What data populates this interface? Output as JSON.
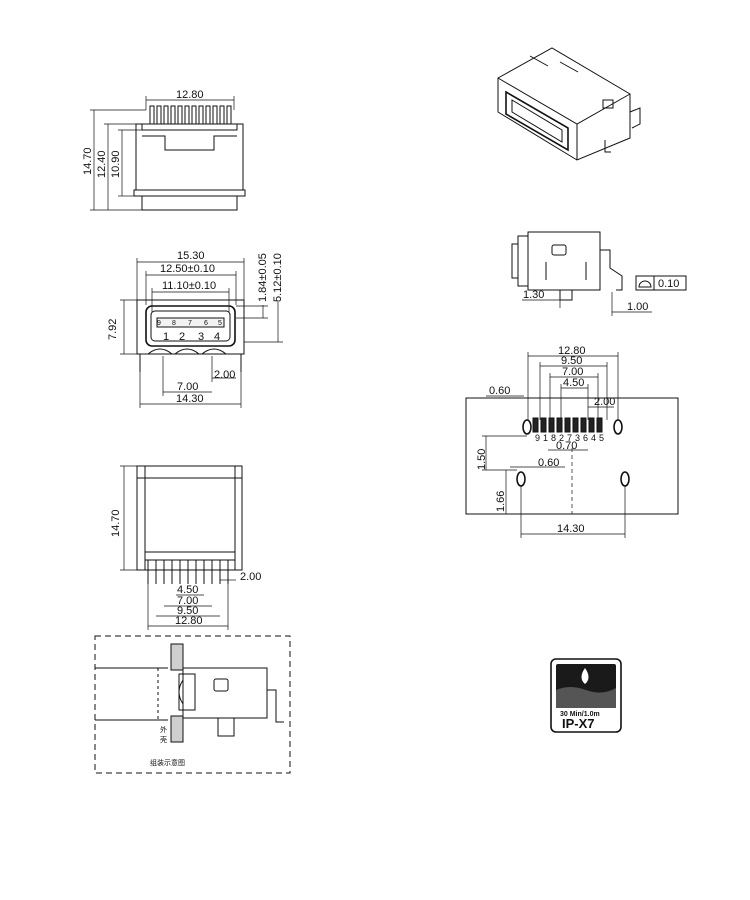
{
  "top_view": {
    "d_width": "12.80",
    "d_h1": "14.70",
    "d_h2": "12.40",
    "d_h3": "10.90"
  },
  "front_view": {
    "d_w1": "15.30",
    "d_w2": "12.50±0.10",
    "d_w3": "11.10±0.10",
    "d_v1": "1.84±0.05",
    "d_v2": "5.12±0.10",
    "d_h": "7.92",
    "pins_top": [
      "9",
      "8",
      "7",
      "6",
      "5"
    ],
    "pins_bottom": [
      "1",
      "2",
      "3",
      "4"
    ],
    "d_pitch": "2.00",
    "d_b1": "7.00",
    "d_b2": "14.30"
  },
  "bottom_view": {
    "d_h": "14.70",
    "d_pitch": "2.00",
    "d_1": "4.50",
    "d_2": "7.00",
    "d_3": "9.50",
    "d_4": "12.80"
  },
  "assembly": {
    "shell_label": "外\n壳",
    "caption": "组装示意图"
  },
  "side_view": {
    "d_1": "1.30",
    "d_2": "1.00",
    "flatness": "0.10"
  },
  "footprint": {
    "d_top": [
      "12.80",
      "9.50",
      "7.00",
      "4.50"
    ],
    "d_pitch": "2.00",
    "d_pad": "0.60",
    "d_pad_w": "0.70",
    "d_v1": "1.50",
    "d_pad2": "0.60",
    "d_v2": "1.66",
    "d_span": "14.30",
    "pins": [
      "9",
      "1",
      "8",
      "2",
      "7",
      "3",
      "6",
      "4",
      "5"
    ]
  },
  "rating": {
    "depth": "30 Min/1.0m",
    "code": "IP-X7"
  }
}
